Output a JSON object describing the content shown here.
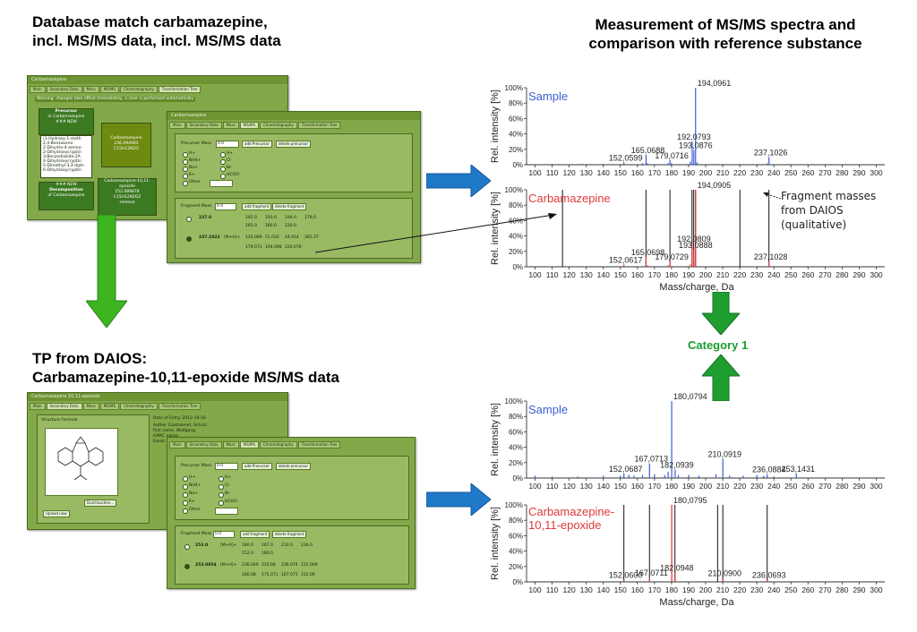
{
  "titles": {
    "top_left": [
      "Database match carbamazepine,",
      "incl. MS/MS data, incl. MS/MS data"
    ],
    "top_right": [
      "Measurement of MS/MS spectra and",
      "comparison with reference substance"
    ],
    "bottom_left": [
      "TP from DAIOS:",
      "Carbamazepine-10,11-epoxide MS/MS data"
    ]
  },
  "category_label": "Category 1",
  "fragment_note": [
    "Fragment masses",
    "from DAIOS",
    "(qualitative)"
  ],
  "colors": {
    "arrow_blue": "#1f78c8",
    "arrow_green": "#3cb521",
    "sample": "#3a5fcf",
    "reference": "#e03a3a",
    "window": "#83a84a"
  },
  "db1": {
    "title": "Carbamazepine",
    "tabs": [
      "Main",
      "Secondary Data",
      "Mass",
      "MS/MS",
      "Chromatography",
      "Transformation Tree"
    ],
    "warning": "Warning: changes take effect immediately, a save is performed automatically",
    "precursor_box": [
      "Precursor",
      "in Carbamazepine",
      "### NEW"
    ],
    "list_items": [
      "(1-Hydroxy-1-meth",
      "2,4-Benzoxeno",
      "2-Dihydro-4-amino-",
      "2-Dihydroxycryptin",
      "3-Benzodiazide-2A",
      "4-Dihydroxycryptin",
      "5-Dimethyl-3,3-diph-",
      "6-Dihydroxycryptin"
    ],
    "main_box": [
      "Carbamazepine",
      "236.094963",
      "C15H12N2O"
    ],
    "decomp_box": [
      "### NEW",
      "Decomposition",
      "of Carbamazepine"
    ],
    "epoxide_box": [
      "Carbamazepine-10,11-",
      "epoxide",
      "252.089878",
      "C15H12N2O2",
      "remove"
    ]
  },
  "db1b": {
    "title": "Carbamazepine",
    "tabs": [
      "Main",
      "Secondary Data",
      "Mass",
      "MS/MS",
      "Chromatography",
      "Transformation Tree"
    ],
    "precursor_label": "Precursor Mass",
    "precursor_value": "0.0",
    "buttons": [
      "add Precursor",
      "delete precursor"
    ],
    "adducts_left": [
      "H+",
      "NH4+",
      "Na+",
      "K+",
      "Other"
    ],
    "adducts_right": [
      "H+",
      "Cl-",
      "Br-",
      "HCOO-"
    ],
    "fragment_label": "Fragment Mass",
    "fragment_value": "0.0",
    "fragment_buttons": [
      "add fragment",
      "delete fragment"
    ],
    "row1": {
      "mass": "237.0",
      "vals": [
        "192.0",
        "193.0",
        "194.0",
        "179.0",
        "165.0",
        "180.0",
        "220.0"
      ]
    },
    "row2": {
      "mass": "237.1022",
      "ion": "[M+H]+",
      "vals": [
        "116.089",
        "51.032",
        "44.914",
        "365.37",
        "179.073",
        "194.098",
        "220.078"
      ]
    }
  },
  "db2": {
    "title": "Carbamazepine 10,11-epoxide",
    "tabs": [
      "Main",
      "Secondary Data",
      "Mass",
      "MS/MS",
      "Chromatography",
      "Transformation Tree"
    ],
    "structure_label": "Structure Formula",
    "date_label": "Date of Entry: 2012-10-16",
    "author_lines": [
      "Author (Lastname):  Schulz",
      "first name:  Wolfgang",
      "IUPAC name:",
      "Email:  CARBAMAZEPINE 10,11-EPOXIDE"
    ],
    "browse_button": "Durchsuchen...",
    "upload_button": "Upload now"
  },
  "db2b": {
    "tabs": [
      "Main",
      "Secondary Data",
      "Mass",
      "MS/MS",
      "Chromatography",
      "Transformation Tree"
    ],
    "precursor_label": "Precursor Mass",
    "precursor_value": "0.0",
    "buttons": [
      "add Precursor",
      "delete precursor"
    ],
    "adducts_left": [
      "H+",
      "NH4+",
      "Na+",
      "K+",
      "Other"
    ],
    "adducts_right": [
      "H+",
      "Cl-",
      "Br-",
      "HCOO-"
    ],
    "fragment_label": "Fragment Mass",
    "fragment_value": "0.0",
    "fragment_buttons": [
      "add fragment",
      "delete fragment"
    ],
    "row1": {
      "mass": "253.0",
      "ion": "[M+H]+",
      "vals": [
        "180.0",
        "167.0",
        "210.0",
        "236.0",
        "152.0",
        "180.0"
      ]
    },
    "row2": {
      "mass": "253.0954",
      "ion": "[M+H]+",
      "vals": [
        "236.069",
        "210.08",
        "236.074",
        "152.069",
        "180.08",
        "175.071",
        "167.071",
        "152.06"
      ]
    }
  },
  "chart_data": [
    {
      "type": "bar",
      "panel": "Sample",
      "ylabel": "Rel. intensity [%]",
      "ylim": [
        0,
        100
      ],
      "yticks": [
        "0%",
        "20%",
        "40%",
        "60%",
        "80%",
        "100%"
      ],
      "xticks": [
        "100",
        "110",
        "120",
        "130",
        "140",
        "150",
        "160",
        "170",
        "180",
        "190",
        "200",
        "210",
        "220",
        "230",
        "240",
        "250",
        "260",
        "270",
        "280",
        "290",
        "300"
      ],
      "xlim": [
        95,
        305
      ],
      "peaks": [
        [
          152.0599,
          3
        ],
        [
          165.0688,
          13
        ],
        [
          179.0716,
          6
        ],
        [
          192.0793,
          30
        ],
        [
          193.0876,
          19
        ],
        [
          194.0961,
          100
        ],
        [
          237.1026,
          10
        ],
        [
          110,
          1
        ],
        [
          128,
          1
        ],
        [
          140,
          1
        ],
        [
          163,
          2
        ],
        [
          166,
          2
        ],
        [
          178,
          2
        ],
        [
          180,
          2
        ],
        [
          191,
          4
        ],
        [
          195,
          3
        ],
        [
          205,
          1
        ],
        [
          220,
          1
        ],
        [
          236,
          2
        ]
      ],
      "labels": [
        [
          "152,0599",
          152.0599,
          3
        ],
        [
          "165,0688",
          165.0688,
          13
        ],
        [
          "179,0716",
          179.0716,
          6
        ],
        [
          "192,0793",
          192.0793,
          30
        ],
        [
          "193,0876",
          193.0876,
          19
        ],
        [
          "194,0961",
          194.0961,
          100
        ],
        [
          "237,1026",
          237.1026,
          10
        ]
      ],
      "color": "#3a5fcf"
    },
    {
      "type": "bar",
      "panel": "Carbamazepine",
      "ylabel": "Rel. intensity [%]",
      "xlabel": "Mass/charge, Da",
      "ylim": [
        0,
        100
      ],
      "yticks": [
        "0%",
        "20%",
        "40%",
        "60%",
        "80%",
        "100%"
      ],
      "xticks": [
        "100",
        "110",
        "120",
        "130",
        "140",
        "150",
        "160",
        "170",
        "180",
        "190",
        "200",
        "210",
        "220",
        "230",
        "240",
        "250",
        "260",
        "270",
        "280",
        "290",
        "300"
      ],
      "xlim": [
        95,
        305
      ],
      "peaks": [
        [
          152.0617,
          3
        ],
        [
          165.0698,
          13
        ],
        [
          179.0729,
          7
        ],
        [
          192.0809,
          30
        ],
        [
          193.0888,
          22
        ],
        [
          194.0905,
          100
        ],
        [
          237.1028,
          7
        ],
        [
          178,
          2
        ],
        [
          191,
          3
        ],
        [
          166,
          2
        ]
      ],
      "labels": [
        [
          "152,0617",
          152.0617,
          3
        ],
        [
          "165,0698",
          165.0698,
          13
        ],
        [
          "179,0729",
          179.0729,
          7
        ],
        [
          "192,0809",
          192.0809,
          30
        ],
        [
          "193,0888",
          193.0888,
          22
        ],
        [
          "194,0905",
          194.0905,
          100
        ],
        [
          "237,1028",
          237.1028,
          7
        ]
      ],
      "reference_lines": [
        116.089,
        165.0,
        179.073,
        192.0,
        193.0,
        194.098,
        220.078,
        237.1022
      ],
      "color": "#e03a3a"
    },
    {
      "type": "bar",
      "panel": "Sample",
      "ylabel": "Rel. intensity [%]",
      "ylim": [
        0,
        100
      ],
      "yticks": [
        "0%",
        "20%",
        "40%",
        "60%",
        "80%",
        "100%"
      ],
      "xticks": [
        "100",
        "110",
        "120",
        "130",
        "140",
        "150",
        "160",
        "170",
        "180",
        "190",
        "200",
        "210",
        "220",
        "230",
        "240",
        "250",
        "260",
        "270",
        "280",
        "290",
        "300"
      ],
      "xlim": [
        95,
        305
      ],
      "peaks": [
        [
          152.0687,
          6
        ],
        [
          167.0713,
          19
        ],
        [
          180.0794,
          100
        ],
        [
          182.0939,
          11
        ],
        [
          210.0919,
          25
        ],
        [
          236.0884,
          5
        ],
        [
          253.1431,
          6
        ],
        [
          100,
          3
        ],
        [
          110,
          2
        ],
        [
          125,
          2
        ],
        [
          140,
          3
        ],
        [
          150,
          3
        ],
        [
          155,
          4
        ],
        [
          158,
          3
        ],
        [
          163,
          4
        ],
        [
          170,
          5
        ],
        [
          176,
          4
        ],
        [
          178,
          8
        ],
        [
          184,
          4
        ],
        [
          190,
          4
        ],
        [
          196,
          3
        ],
        [
          206,
          5
        ],
        [
          214,
          3
        ],
        [
          222,
          3
        ],
        [
          230,
          4
        ],
        [
          234,
          3
        ],
        [
          240,
          2
        ]
      ],
      "labels": [
        [
          "152,0687",
          152.0687,
          6
        ],
        [
          "167,0713",
          167.0713,
          19
        ],
        [
          "180,0794",
          180.0794,
          100
        ],
        [
          "182,0939",
          182.0939,
          11
        ],
        [
          "210,0919",
          210.0919,
          25
        ],
        [
          "236,0884",
          236.0884,
          5
        ],
        [
          "253,1431",
          253.1431,
          6
        ]
      ],
      "color": "#3a5fcf"
    },
    {
      "type": "bar",
      "panel": "Carbamazepine-10,11-epoxide",
      "panel_lines": [
        "Carbamazepine-",
        "10,11-epoxide"
      ],
      "ylabel": "Rel. intensity [%]",
      "xlabel": "Mass/charge, Da",
      "ylim": [
        0,
        100
      ],
      "yticks": [
        "0%",
        "20%",
        "40%",
        "60%",
        "80%",
        "100%"
      ],
      "xticks": [
        "100",
        "110",
        "120",
        "130",
        "140",
        "150",
        "160",
        "170",
        "180",
        "190",
        "200",
        "210",
        "220",
        "230",
        "240",
        "250",
        "260",
        "270",
        "280",
        "290",
        "300"
      ],
      "xlim": [
        95,
        305
      ],
      "peaks": [
        [
          152.06,
          3
        ],
        [
          167.0711,
          6
        ],
        [
          180.0795,
          100
        ],
        [
          182.0948,
          12
        ],
        [
          210.09,
          5
        ],
        [
          236.0693,
          3
        ]
      ],
      "labels": [
        [
          "152,0600",
          152.06,
          3
        ],
        [
          "167,0711",
          167.0711,
          6
        ],
        [
          "180,0795",
          180.0795,
          100
        ],
        [
          "182,0948",
          182.0948,
          12
        ],
        [
          "210,0900",
          210.09,
          5
        ],
        [
          "236,0693",
          236.0693,
          3
        ]
      ],
      "reference_lines": [
        152.06,
        167.071,
        180.08,
        182.0,
        207.0,
        210.08,
        236.074
      ],
      "color": "#e03a3a"
    }
  ]
}
